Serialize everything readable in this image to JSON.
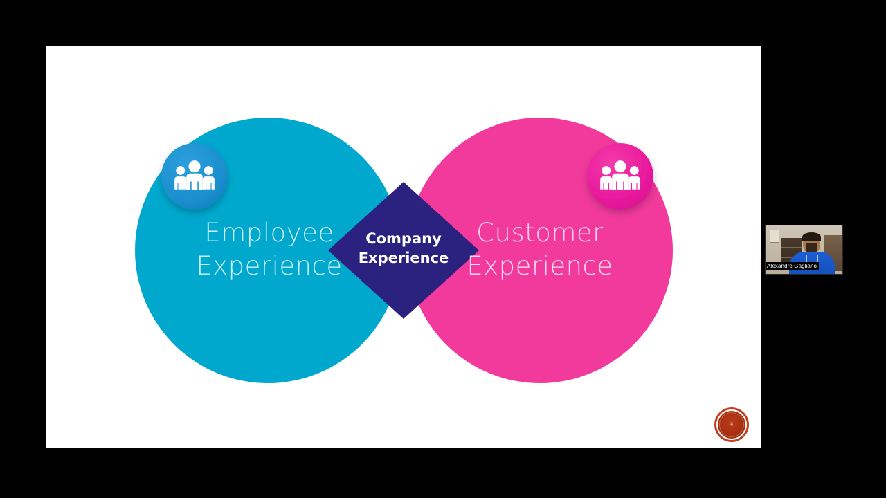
{
  "screen": {
    "background_color": "#000000",
    "slide_background_color": "#ffffff"
  },
  "slide": {
    "diagram": {
      "type": "infinity-venn",
      "left_lobe": {
        "label_line1": "Employee",
        "label_line2": "Experience",
        "color": "#00a8ce",
        "text_color": "#c9f1fb",
        "badge": {
          "icon": "people-group-icon",
          "color": "#1b8fcf"
        }
      },
      "center": {
        "label_line1": "Company",
        "label_line2": "Experience",
        "color": "#2b2280",
        "text_color": "#ffffff",
        "shape": "diamond"
      },
      "right_lobe": {
        "label_line1": "Customer",
        "label_line2": "Experience",
        "color": "#f23a9c",
        "text_color": "#fdd8ec",
        "badge": {
          "icon": "people-group-icon",
          "color": "#e4179a"
        }
      }
    },
    "logo": {
      "name": "company-seal-logo",
      "color": "#a62f10",
      "mark": "❦"
    }
  },
  "webcam": {
    "participant_name": "Alexandre Gagliano",
    "name_label_background": "#000000",
    "name_label_color": "#ffffff"
  }
}
